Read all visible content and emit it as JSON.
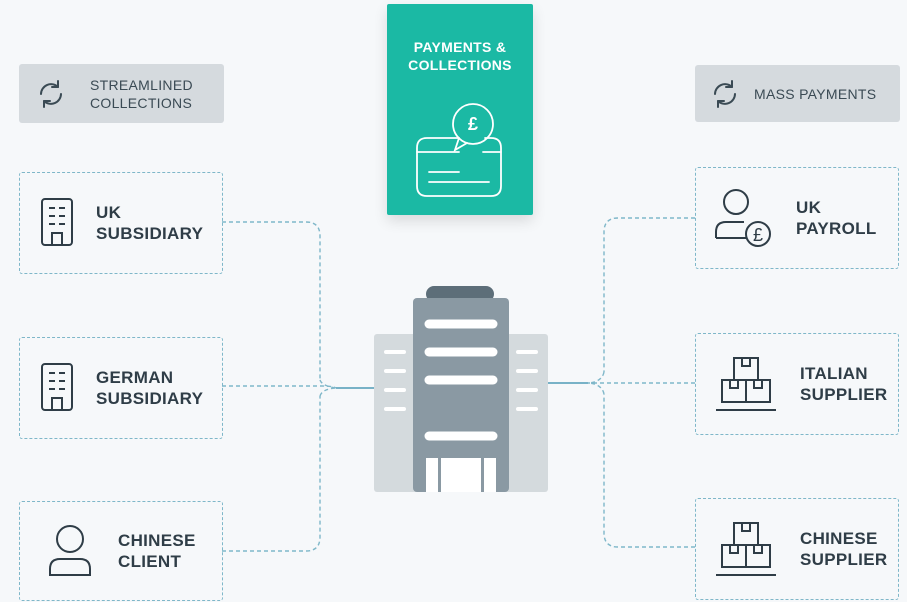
{
  "center": {
    "title_line1": "PAYMENTS &",
    "title_line2": "COLLECTIONS",
    "currency_symbol": "£"
  },
  "left_tag": {
    "line1": "STREAMLINED",
    "line2": "COLLECTIONS",
    "icon": "refresh-icon"
  },
  "right_tag": {
    "label": "MASS PAYMENTS",
    "icon": "refresh-icon"
  },
  "left_nodes": [
    {
      "line1": "UK",
      "line2": "SUBSIDIARY",
      "icon": "office-building-icon"
    },
    {
      "line1": "GERMAN",
      "line2": "SUBSIDIARY",
      "icon": "office-building-icon"
    },
    {
      "line1": "CHINESE",
      "line2": "CLIENT",
      "icon": "person-icon"
    }
  ],
  "right_nodes": [
    {
      "line1": "UK",
      "line2": "PAYROLL",
      "icon": "person-pound-icon",
      "currency_symbol": "£"
    },
    {
      "line1": "ITALIAN",
      "line2": "SUPPLIER",
      "icon": "boxes-icon"
    },
    {
      "line1": "CHINESE",
      "line2": "SUPPLIER",
      "icon": "boxes-icon"
    }
  ],
  "colors": {
    "background": "#f6f8fa",
    "teal": "#1bb9a4",
    "dashed_border": "#7fb7c9",
    "text_dark": "#2f3d47",
    "tag_bg": "#d5dade",
    "building_dark": "#8a99a3",
    "building_light": "#d4dadd"
  }
}
